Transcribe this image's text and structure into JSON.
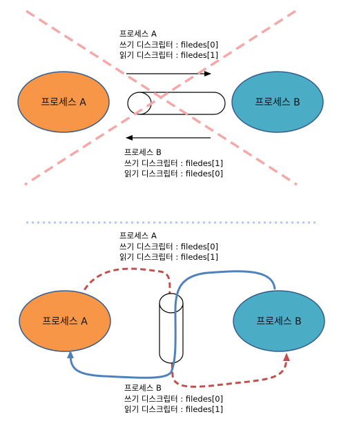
{
  "colors": {
    "process_a_fill": "#F79646",
    "process_b_fill": "#4BACC6",
    "cross_color": "#F4A8A8",
    "divider_color": "#B4C7E7",
    "path_blue": "#4F81BD",
    "path_red": "#C0504D"
  },
  "top": {
    "process_a": "프로세스 A",
    "process_b": "프로세스 B",
    "note_a": {
      "title": "프로세스 A",
      "write": "쓰기 디스크립터 : filedes[0]",
      "read": "읽기 디스크립터 : filedes[1]"
    },
    "note_b": {
      "title": "프로세스 B",
      "write": "쓰기 디스크립터 : filedes[1]",
      "read": "읽기 디스크립터 : filedes[0]"
    }
  },
  "bottom": {
    "process_a": "프로세스 A",
    "process_b": "프로세스 B",
    "note_a": {
      "title": "프로세스 A",
      "write": "쓰기 디스크립터 : filedes[0]",
      "read": "읽기 디스크립터 : filedes[1]"
    },
    "note_b": {
      "title": "프로세스 B",
      "write": "쓰기 디스크립터 : filedes[0]",
      "read": "읽기 디스크립터 : filedes[1]"
    }
  }
}
